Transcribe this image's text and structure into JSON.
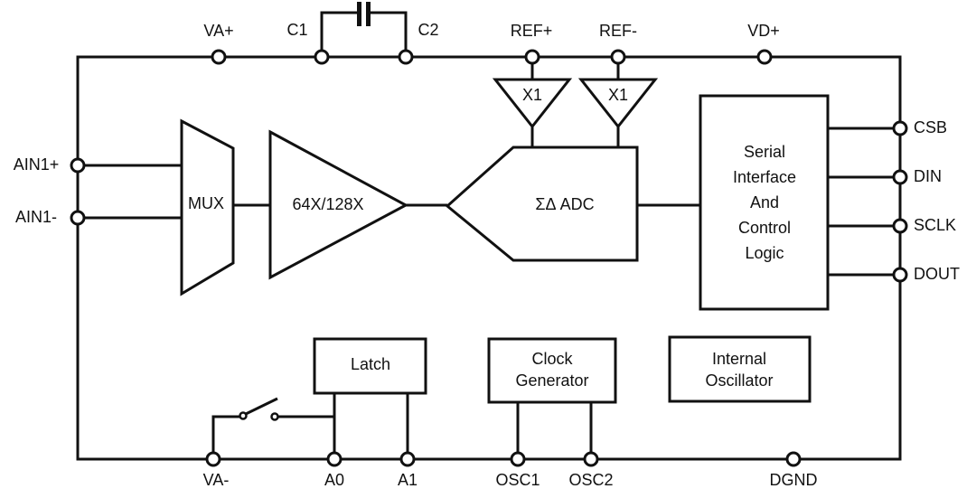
{
  "colors": {
    "stroke": "#111111",
    "background": "#ffffff"
  },
  "pins": {
    "top": [
      "VA+",
      "C1",
      "C2",
      "REF+",
      "REF-",
      "VD+"
    ],
    "left": [
      "AIN1+",
      "AIN1-"
    ],
    "right": [
      "CSB",
      "DIN",
      "SCLK",
      "DOUT"
    ],
    "bottom": [
      "VA-",
      "A0",
      "A1",
      "OSC1",
      "OSC2",
      "DGND"
    ]
  },
  "blocks": {
    "mux": "MUX",
    "amplifier": "64X/128X",
    "ref_buffer_pos": "X1",
    "ref_buffer_neg": "X1",
    "adc": "ΣΔ ADC",
    "serial_interface": [
      "Serial",
      "Interface",
      "And",
      "Control",
      "Logic"
    ],
    "latch": "Latch",
    "clock_generator": [
      "Clock",
      "Generator"
    ],
    "internal_oscillator": [
      "Internal",
      "Oscillator"
    ]
  }
}
